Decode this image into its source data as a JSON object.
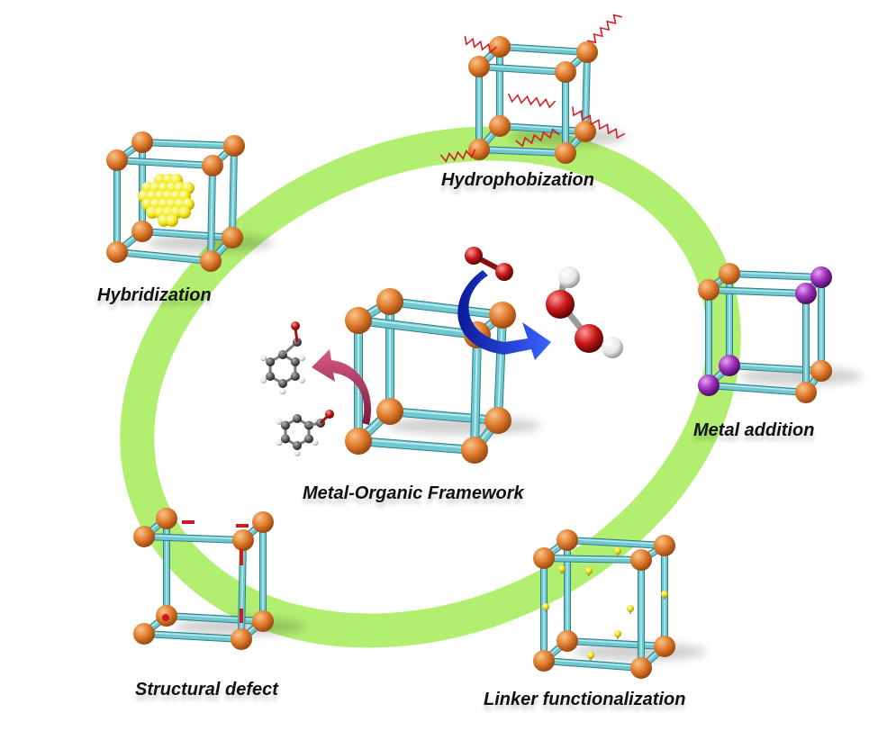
{
  "labels": {
    "center": "Metal-Organic Framework",
    "hydrophobization": "Hydrophobization",
    "hybridization": "Hybridization",
    "metal_addition": "Metal addition",
    "structural_defect": "Structural defect",
    "linker_functionalization": "Linker functionalization"
  },
  "icons": {
    "hydrophobization": "mof-cube-with-alkyl-chains-icon",
    "hybridization": "mof-cube-with-nanoparticle-icon",
    "metal_addition": "mof-cube-with-added-metal-icon",
    "structural_defect": "mof-cube-with-missing-linkers-icon",
    "linker_functionalization": "mof-cube-with-functional-groups-icon",
    "center": "mof-unit-cell-icon",
    "o2": "oxygen-molecule-icon",
    "h2o2": "hydrogen-peroxide-molecule-icon",
    "substrate_top": "benzaldehyde-molecule-icon",
    "substrate_bottom": "benzyl-alcohol-molecule-icon"
  },
  "colors": {
    "ring": "#a5ec57",
    "node": "#e07b2c",
    "linker": "#6fc7cf",
    "added_metal": "#9b2fb8",
    "nanoparticle": "#f4ea1f",
    "alkyl_chain": "#d0202a",
    "defect_marker": "#c81e1e",
    "functional_group": "#f0dc18",
    "blue_arrow": "#1f38e0",
    "pink_arrow": "#c23a68",
    "oxygen_atom": "#c81818",
    "hydrogen_atom": "#f2f2f2",
    "carbon_atom": "#5a5a5a"
  }
}
